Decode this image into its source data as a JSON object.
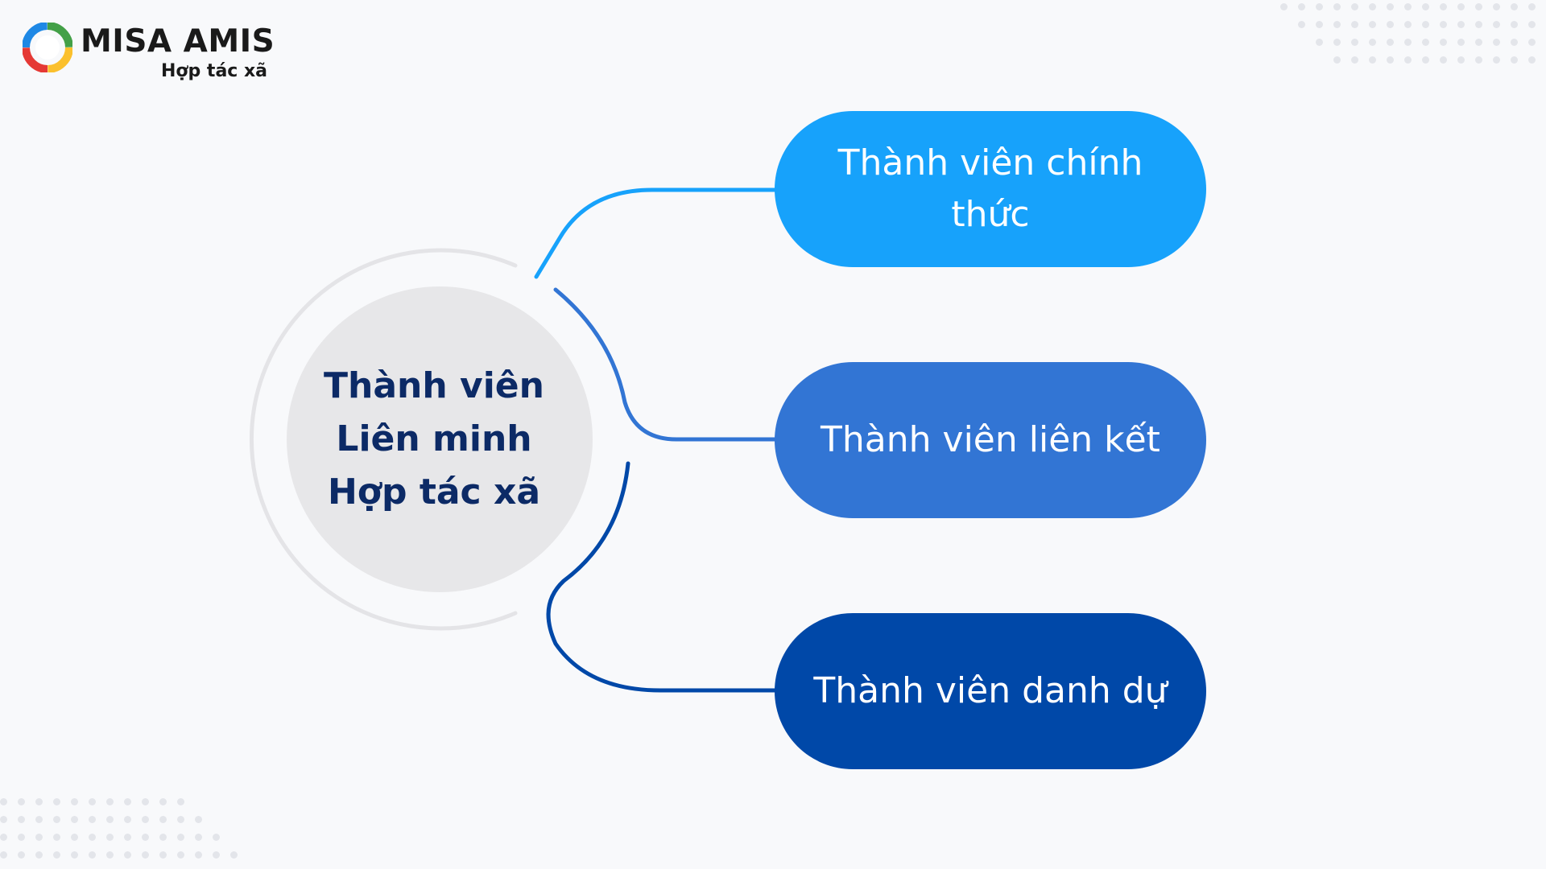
{
  "header": {
    "brand": "MISA AMIS",
    "subtitle": "Hợp tác xã"
  },
  "diagram": {
    "center": {
      "label": "Thành viên\nLiên minh\nHợp tác xã"
    },
    "branches": [
      {
        "label": "Thành viên chính thức",
        "color": "#17a2fb"
      },
      {
        "label": "Thành viên liên kết",
        "color": "#3275d4"
      },
      {
        "label": "Thành viên danh dự",
        "color": "#0048a8"
      }
    ]
  },
  "colors": {
    "background": "#f8f9fb",
    "center_text": "#0c2a66",
    "center_fill": "#e7e7e9",
    "ring": "#e4e4e7",
    "dots": "#e3e5ea"
  },
  "icons": {
    "logo": "misa-amis-logo-icon"
  }
}
